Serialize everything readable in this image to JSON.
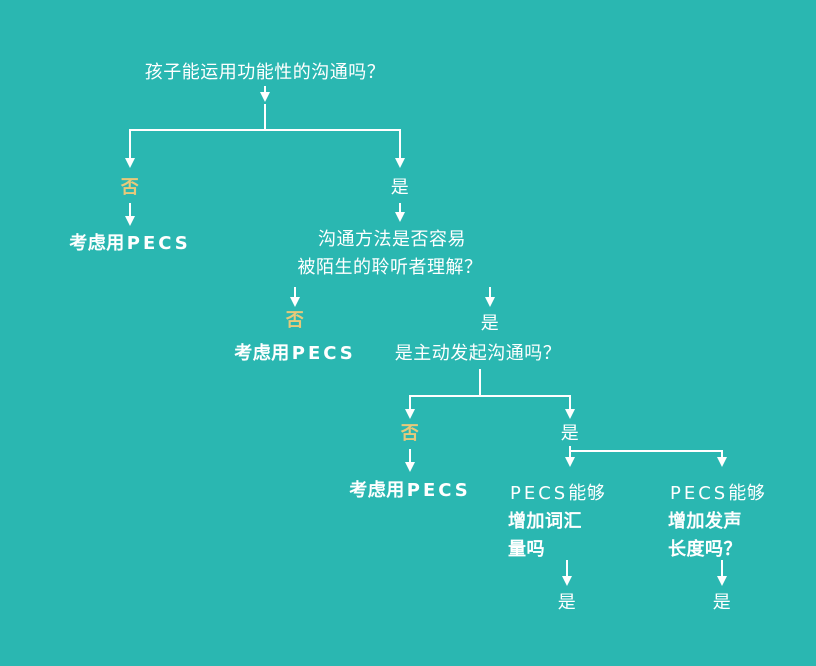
{
  "colors": {
    "background": "#2ab7b1",
    "no_label": "#e8c97a",
    "text": "#ffffff"
  },
  "flowchart": {
    "root_question": "孩子能运用功能性的沟通吗？",
    "level1": {
      "no_label": "否",
      "no_result": {
        "prefix": "考虑用",
        "acronym": "PECS"
      },
      "yes_label": "是"
    },
    "question2": {
      "line1": "沟通方法是否容易",
      "line2": "被陌生的聆听者理解？"
    },
    "level2": {
      "no_label": "否",
      "no_result": {
        "prefix": "考虑用",
        "acronym": "PECS"
      },
      "yes_label": "是"
    },
    "question3": "是主动发起沟通吗？",
    "level3": {
      "no_label": "否",
      "no_result": {
        "prefix": "考虑用",
        "acronym": "PECS"
      },
      "yes_label": "是"
    },
    "question4": {
      "acronym": "PECS",
      "line1_suffix": "能够",
      "line2": "增加词汇",
      "line3": "量吗",
      "answer": "是"
    },
    "question5": {
      "acronym": "PECS",
      "line1_suffix": "能够",
      "line2": "增加发声",
      "line3": "长度吗？",
      "answer": "是"
    }
  }
}
